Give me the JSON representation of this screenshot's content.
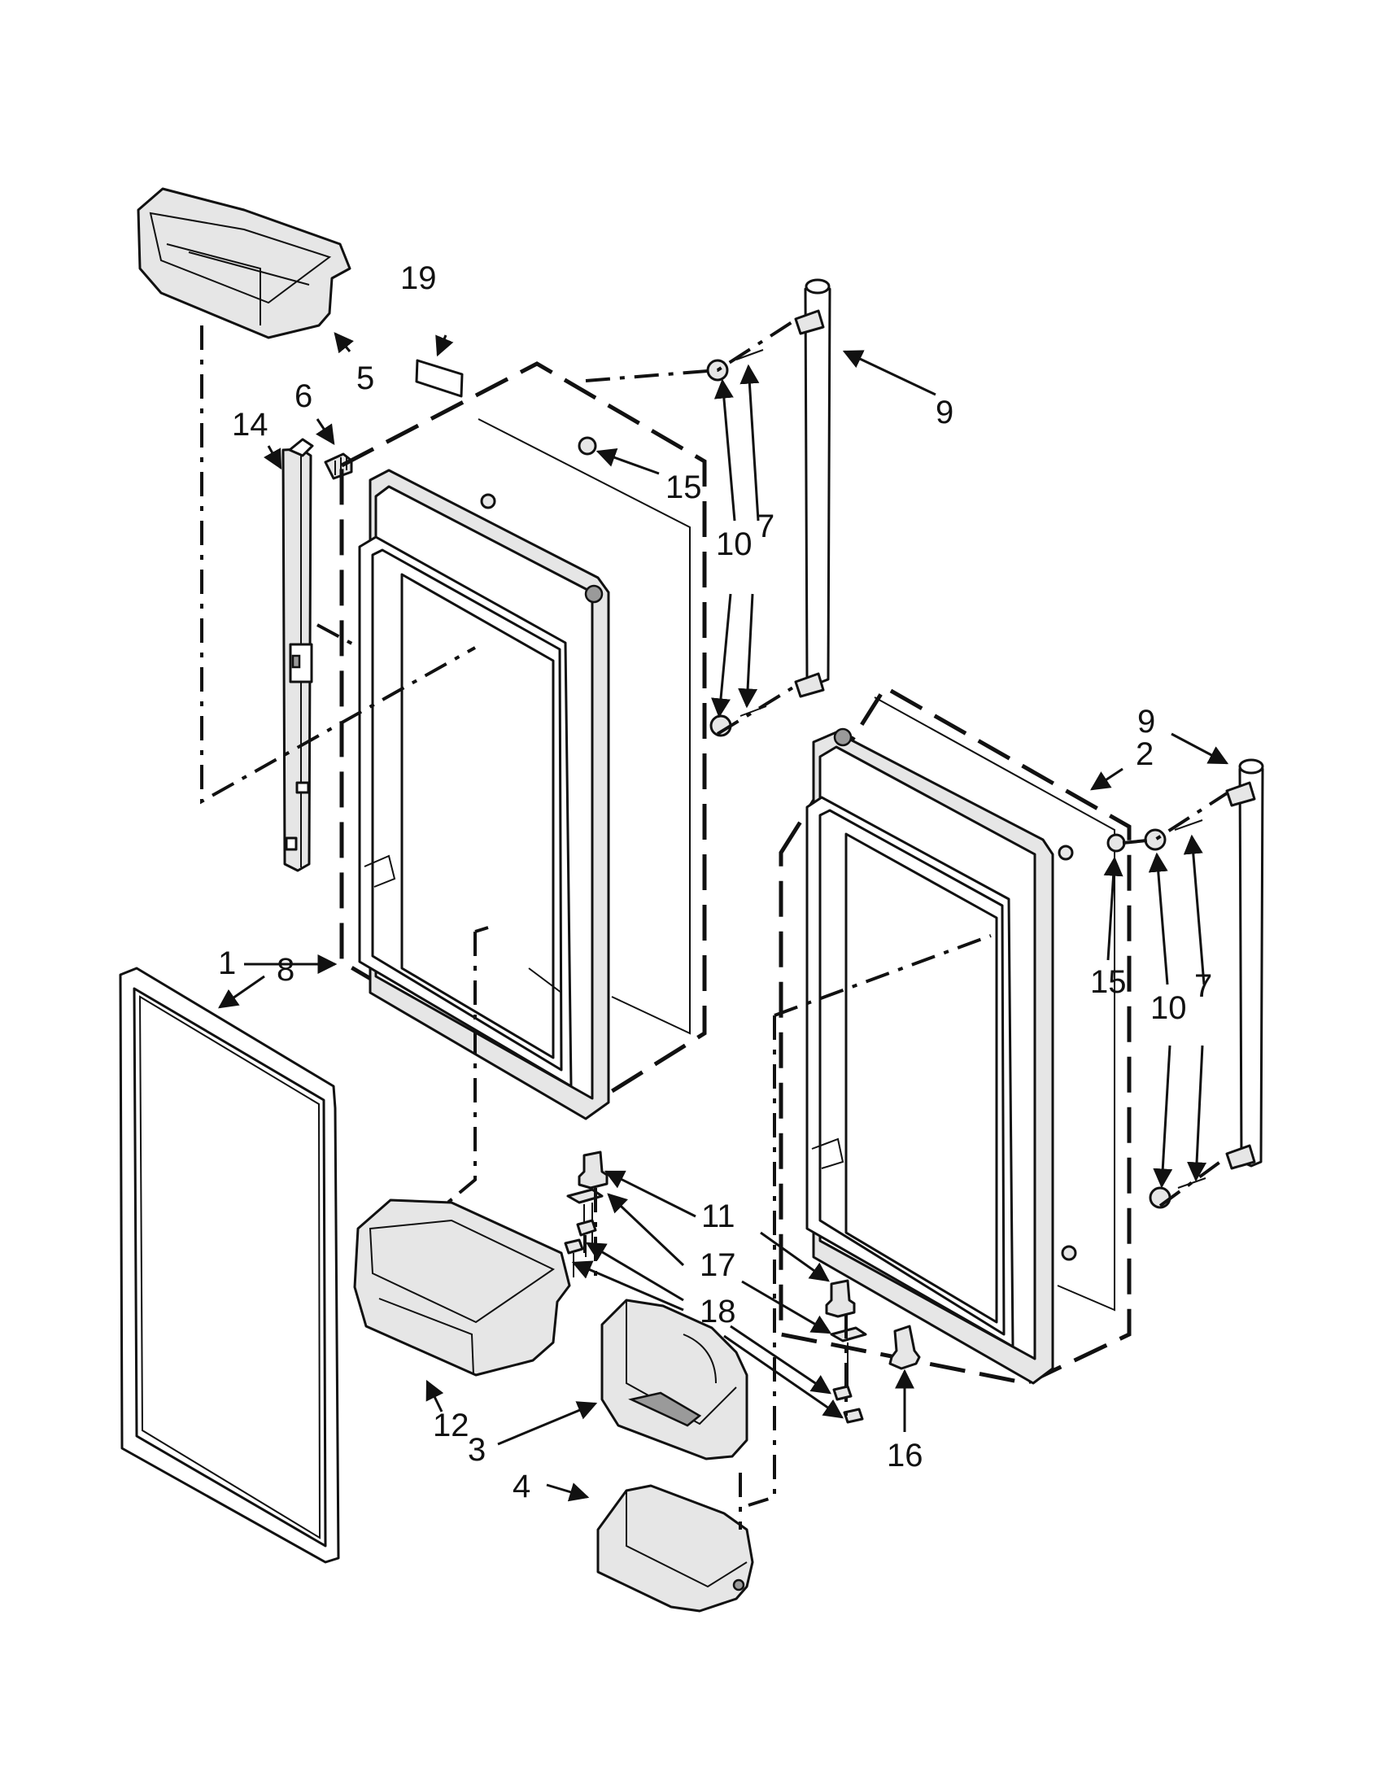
{
  "callouts": {
    "c1": "1",
    "c2": "2",
    "c3": "3",
    "c4": "4",
    "c5": "5",
    "c6": "6",
    "c7a": "7",
    "c7b": "7",
    "c8": "8",
    "c9a": "9",
    "c9b": "9",
    "c10a": "10",
    "c10b": "10",
    "c11": "11",
    "c12": "12",
    "c14": "14",
    "c15a": "15",
    "c15b": "15",
    "c16": "16",
    "c17": "17",
    "c18": "18",
    "c19": "19"
  }
}
